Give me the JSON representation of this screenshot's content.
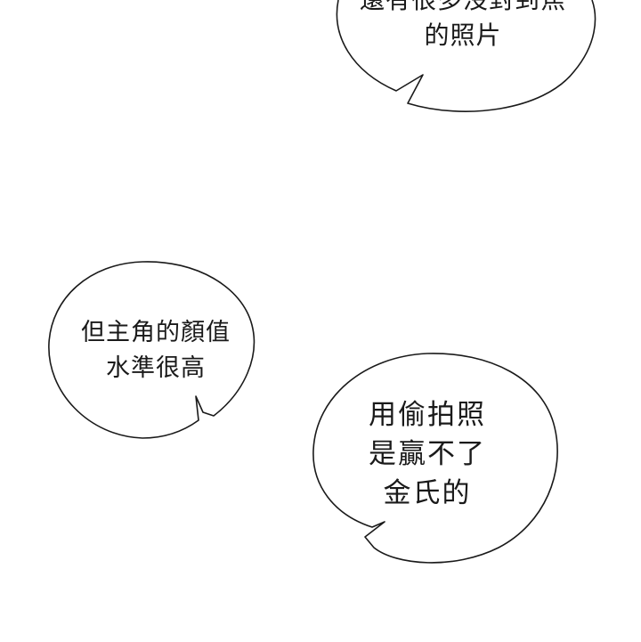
{
  "bubbles": {
    "top": {
      "line1": "還有很多沒對到焦",
      "line2": "的照片"
    },
    "left": {
      "line1": "但主角的顏值",
      "line2": "水準很高"
    },
    "right": {
      "line1": "用偷拍照",
      "line2": "是贏不了",
      "line3": "金氏的"
    }
  },
  "colors": {
    "background": "#ffffff",
    "ink": "#1a1a1a"
  }
}
